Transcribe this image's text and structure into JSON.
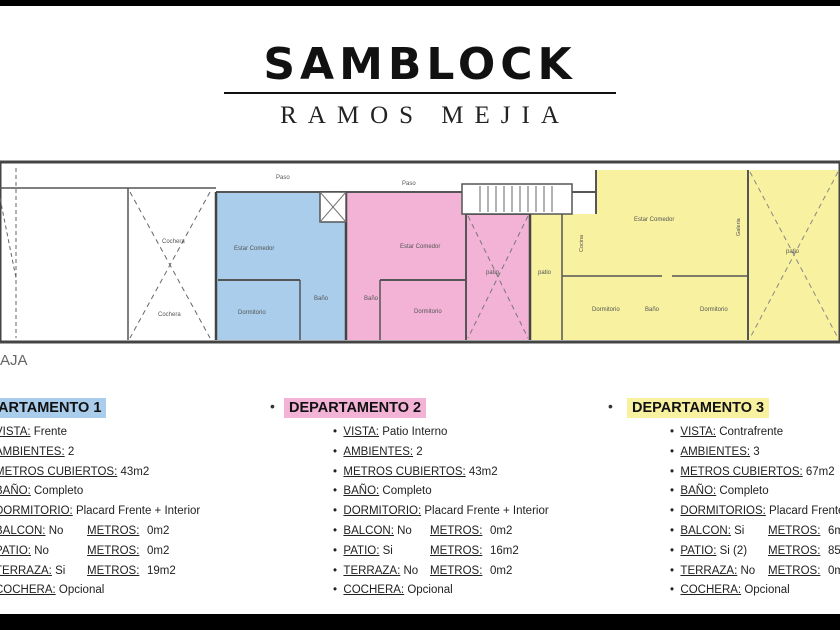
{
  "brand": {
    "title": "SAMBLOCK",
    "subtitle": "RAMOS MEJIA"
  },
  "section": {
    "level": "AJA"
  },
  "plan": {
    "labels": {
      "paso_1": "Paso",
      "paso_2": "Paso",
      "cochera_1": "Cochera",
      "cochera_2": "Cochera",
      "estar_1": "Estar Comedor",
      "estar_2": "Estar Comedor",
      "estar_3": "Estar Comedor",
      "dormitorio_1": "Dormitorio",
      "dormitorio_2": "Dormitorio",
      "dormitorio_3a": "Dormitorio",
      "dormitorio_3b": "Dormitorio",
      "bano_1": "Baño",
      "bano_2": "Baño",
      "bano_3": "Baño",
      "patio_1": "patio",
      "patio_2": "patio",
      "patio_3": "patio",
      "cocina": "Cocina",
      "galeria": "Galeria"
    }
  },
  "departments": [
    {
      "title": "ARTAMENTO 1",
      "color": "#a9cdea",
      "vista": {
        "label": "VISTA:",
        "value": "Frente"
      },
      "ambientes": {
        "label": "AMBIENTES:",
        "value": "2"
      },
      "cubiertos": {
        "label": "METROS CUBIERTOS:",
        "value": "43m2"
      },
      "bano": {
        "label": "BAÑO:",
        "value": "Completo"
      },
      "dormitorio": {
        "label": "DORMITORIO:",
        "value": "Placard Frente + Interior"
      },
      "balcon": {
        "label": "BALCON:",
        "value": "No",
        "mlabel": "METROS:",
        "mvalue": "0m2"
      },
      "patio": {
        "label": "PATIO:",
        "value": "No",
        "mlabel": "METROS:",
        "mvalue": "0m2"
      },
      "terraza": {
        "label": "TERRAZA:",
        "value": "Si",
        "mlabel": "METROS:",
        "mvalue": "19m2"
      },
      "cochera": {
        "label": "COCHERA:",
        "value": "Opcional"
      }
    },
    {
      "title": "DEPARTAMENTO 2",
      "color": "#f2b3d6",
      "vista": {
        "label": "VISTA:",
        "value": "Patio Interno"
      },
      "ambientes": {
        "label": "AMBIENTES:",
        "value": "2"
      },
      "cubiertos": {
        "label": "METROS CUBIERTOS:",
        "value": "43m2"
      },
      "bano": {
        "label": "BAÑO:",
        "value": "Completo"
      },
      "dormitorio": {
        "label": "DORMITORIO:",
        "value": "Placard Frente + Interior"
      },
      "balcon": {
        "label": "BALCON:",
        "value": "No",
        "mlabel": "METROS:",
        "mvalue": "0m2"
      },
      "patio": {
        "label": "PATIO:",
        "value": "Si",
        "mlabel": "METROS:",
        "mvalue": "16m2"
      },
      "terraza": {
        "label": "TERRAZA:",
        "value": "No",
        "mlabel": "METROS:",
        "mvalue": "0m2"
      },
      "cochera": {
        "label": "COCHERA:",
        "value": "Opcional"
      }
    },
    {
      "title": "DEPARTAMENTO 3",
      "color": "#f7f1a0",
      "vista": {
        "label": "VISTA:",
        "value": "Contrafrente"
      },
      "ambientes": {
        "label": "AMBIENTES:",
        "value": "3"
      },
      "cubiertos": {
        "label": "METROS CUBIERTOS:",
        "value": "67m2"
      },
      "bano": {
        "label": "BAÑO:",
        "value": "Completo"
      },
      "dormitorio": {
        "label": "DORMITORIOS:",
        "value": "Placard Frente"
      },
      "balcon": {
        "label": "BALCON:",
        "value": "Si",
        "mlabel": "METROS:",
        "mvalue": "6m"
      },
      "patio": {
        "label": "PATIO:",
        "value": "Si (2)",
        "mlabel": "METROS:",
        "mvalue": "85m"
      },
      "terraza": {
        "label": "TERRAZA:",
        "value": "No",
        "mlabel": "METROS:",
        "mvalue": "0m"
      },
      "cochera": {
        "label": "COCHERA:",
        "value": "Opcional"
      }
    }
  ]
}
